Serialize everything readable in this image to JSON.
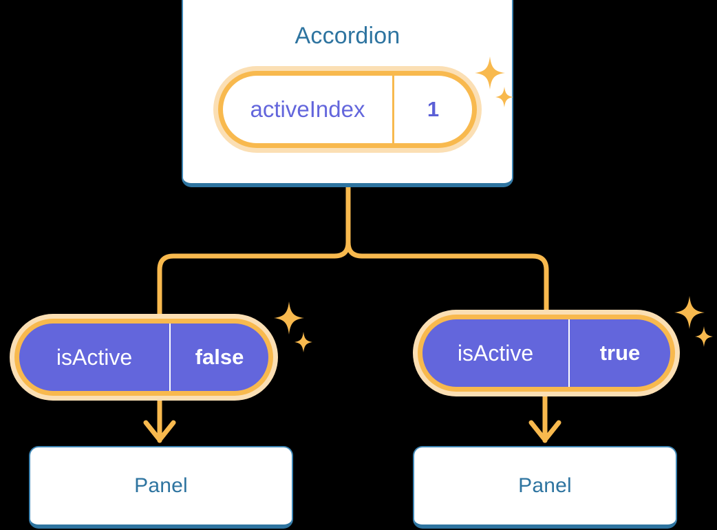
{
  "theme": {
    "background": "#000000",
    "card_fill": "#FFFFFF",
    "card_border": "#3E86B5",
    "card_edge": "#2E74A0",
    "title_color": "#2E74A0",
    "pill_purple": "#6366DC",
    "pill_text_purple": "#6366DC",
    "ring_orange": "#F8B94E",
    "halo_peach": "#FBDFB4",
    "wire_orange": "#F8B94E",
    "sparkle_color": "#F8B94E"
  },
  "diagram": {
    "type": "component-state-tree",
    "root": {
      "name": "root-component",
      "title": "Accordion",
      "state": {
        "key": "activeIndex",
        "value": "1",
        "highlighted": true
      }
    },
    "children": [
      {
        "name": "child-left",
        "state": {
          "key": "isActive",
          "value": "false",
          "highlighted": true
        },
        "component": {
          "title": "Panel"
        }
      },
      {
        "name": "child-right",
        "state": {
          "key": "isActive",
          "value": "true",
          "highlighted": true
        },
        "component": {
          "title": "Panel"
        }
      }
    ]
  },
  "icons": {
    "sparkle_large": "sparkle-icon",
    "sparkle_small": "sparkle-small-icon",
    "arrow_down": "arrow-down-icon"
  }
}
